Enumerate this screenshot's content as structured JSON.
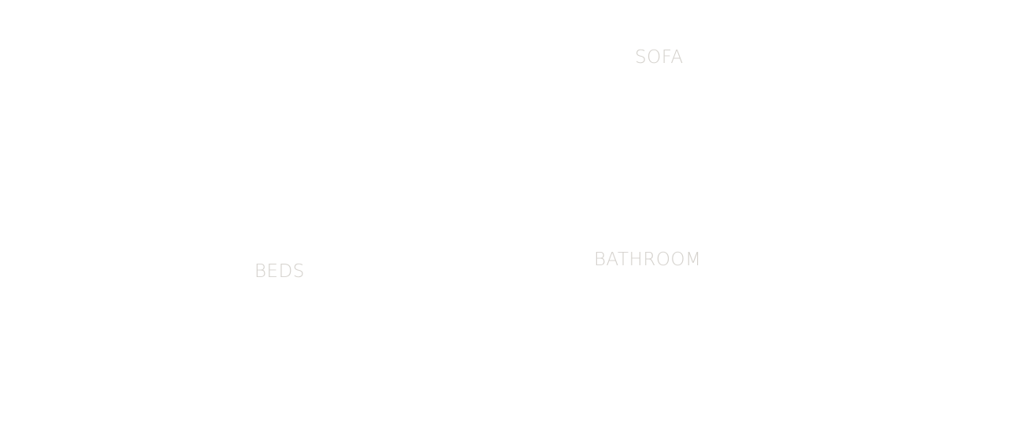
{
  "categories": {
    "sofa": {
      "label": "SOFA"
    },
    "beds": {
      "label": "BEDS"
    },
    "bathroom": {
      "label": "BATHROOM"
    }
  },
  "colors": {
    "background": "#ffffff",
    "label_text": "#d4d1cc"
  }
}
